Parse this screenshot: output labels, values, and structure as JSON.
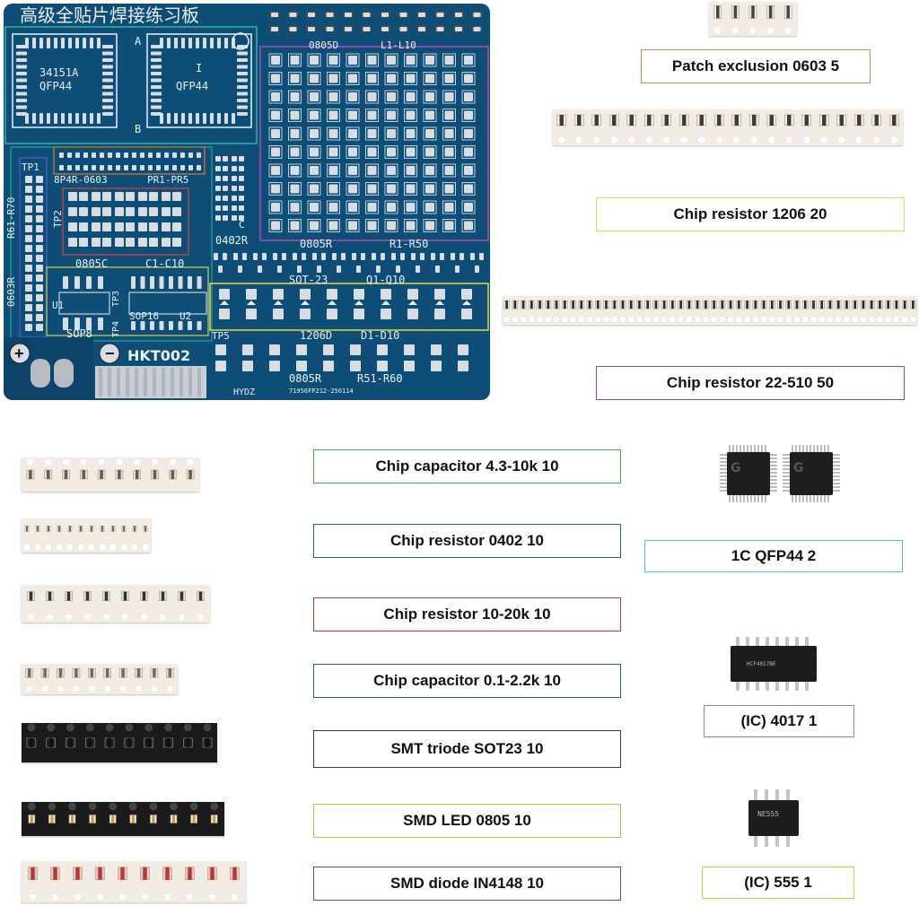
{
  "board": {
    "title": "高级全贴片焊接练习板",
    "model": "HKT002",
    "brand": "HYDZ",
    "serial": "71956FP212-250114",
    "ic_left_line1": "34151A",
    "ic_left_line2": "QFP44",
    "ic_right_line1": "I",
    "ic_right_line2": "QFP44",
    "mark_a": "A",
    "mark_b": "B",
    "mark_c": "C",
    "grid_top_left": "0805D",
    "grid_top_right": "L1-L10",
    "grid_bottom_left": "0805R",
    "grid_bottom_right": "R1-R50",
    "tp1": "TP1",
    "tp2": "TP2",
    "tp3": "TP3",
    "tp4": "TP4",
    "tp5": "TP5",
    "r61": "R61-R70",
    "r0603": "0603R",
    "pr_left": "8P4R-0603",
    "pr_right": "PR1-PR5",
    "r0402": "0402R",
    "c0805": "0805C",
    "c_range": "C1-C10",
    "u1": "U1",
    "sop8": "SOP8",
    "sop16": "SOP16",
    "u2": "U2",
    "sot23": "SOT-23",
    "q_range": "Q1-Q10",
    "d1206": "1206D",
    "d_range": "D1-D10",
    "r0805b": "0805R",
    "r51": "R51-R60",
    "plus": "+",
    "minus": "−"
  },
  "labels": {
    "patch_exclusion": "Patch exclusion 0603 5",
    "chip_resistor_1206": "Chip resistor 1206 20",
    "chip_resistor_22_510": "Chip resistor 22-510 50",
    "chip_capacitor_43_10k": "Chip capacitor 4.3-10k 10",
    "chip_resistor_0402": "Chip resistor 0402 10",
    "chip_resistor_10_20k": "Chip resistor 10-20k 10",
    "chip_capacitor_01_22k": "Chip capacitor 0.1-2.2k 10",
    "smt_triode": "SMT triode SOT23 10",
    "smd_led": "SMD LED 0805 10",
    "smd_diode": "SMD diode IN4148 10",
    "ic_qfp44": "1C QFP44 2",
    "ic_4017": "(IC) 4017 1",
    "ic_555": "(IC) 555 1"
  },
  "ic_marks": {
    "qfp_logo": "G",
    "ic_4017_text": "HCF4017BE",
    "ic_555_text": "NE555"
  },
  "colors": {
    "pcb": "#0e4d75",
    "orange": "#e0843c",
    "yellow": "#e6d84a",
    "purple": "#8e44ad",
    "green": "#3bb05a",
    "blue": "#2c5aa0",
    "red": "#c0392b",
    "dark_green": "#2e6b3a",
    "navy": "#2a3b66",
    "teal": "#47c9c9",
    "violet": "#8a7fd0",
    "gold": "#e6c34a"
  }
}
